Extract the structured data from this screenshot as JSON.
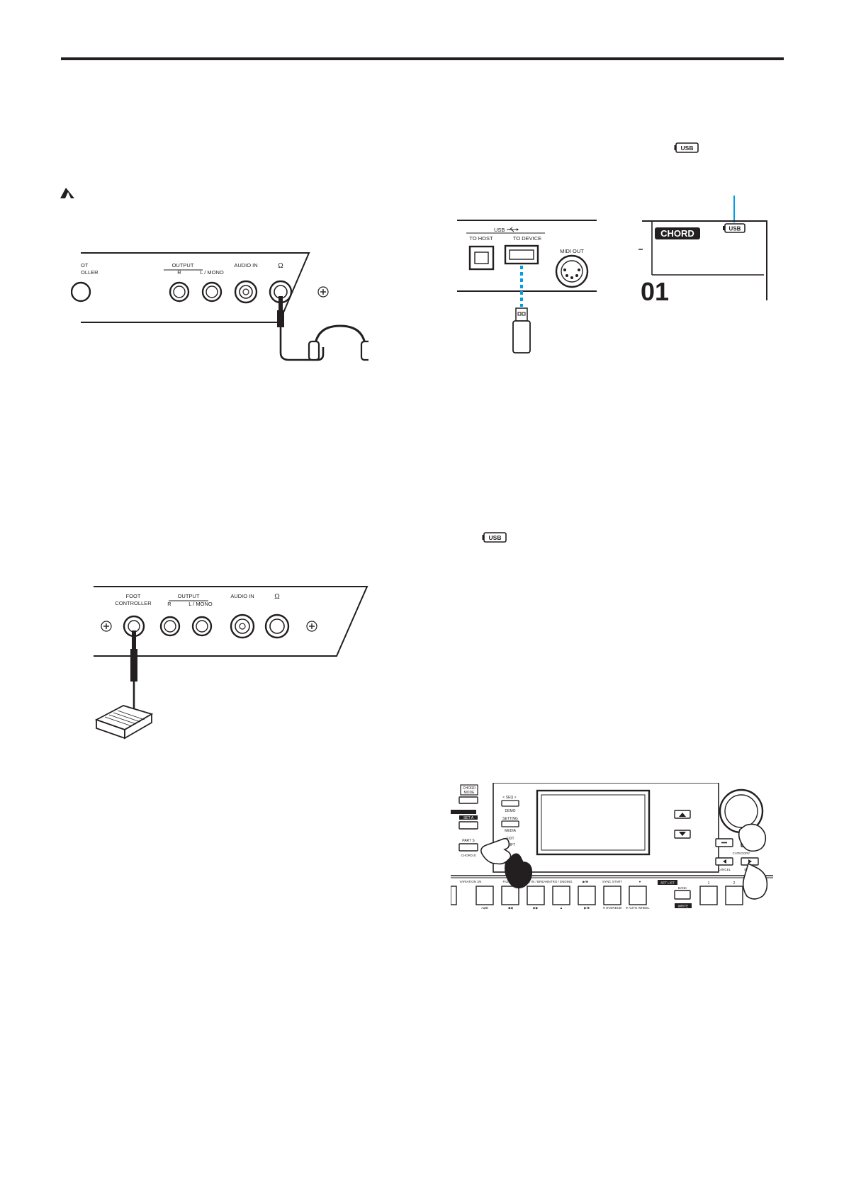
{
  "icons": {
    "caution": "caution-icon",
    "usb_indicator": "usb-indicator-icon",
    "headphones": "headphones-icon",
    "usb_flash_drive": "usb-flash-drive-icon",
    "foot_pedal": "foot-pedal-icon",
    "pointing_hand": "pointing-hand-icon"
  },
  "usb_indicator_label": "USB",
  "colors": {
    "ink": "#231f20",
    "usb_connection": "#009fe3"
  },
  "fig_headphones": {
    "foot_controller_partial": [
      "OT",
      "OLLER"
    ],
    "output": "OUTPUT",
    "r": "R",
    "l_mono": "L / MONO",
    "audio_in": "AUDIO IN",
    "phones_symbol": "Ω"
  },
  "fig_usb": {
    "usb": "USB",
    "to_host": "TO HOST",
    "to_device": "TO DEVICE",
    "midi_out": "MIDI OUT"
  },
  "fig_display": {
    "chord_label": "CHORD",
    "usb_label": "USB",
    "digits": "01"
  },
  "fig_pedal": {
    "foot_controller": [
      "FOOT",
      "CONTROLLER"
    ],
    "output": "OUTPUT",
    "r": "R",
    "l_mono": "L / MONO",
    "audio_in": "AUDIO IN",
    "phones_symbol": "Ω"
  },
  "fig_panel": {
    "chord_mode": [
      "CHORD",
      "MODE"
    ],
    "set_a": "SET A",
    "part_s": "PART S",
    "chord_b": "CHORD B",
    "seq": "< SEQ >",
    "demo": "DEMO",
    "setting": "SETTING",
    "media": "MEDIA",
    "exit": "EXIT",
    "shift": "SHIFT",
    "category": "CATEGORY",
    "cancel": "CANCEL",
    "enter": "ENTER",
    "set_list": "SET LIST",
    "bank": "BANK",
    "write": "WRITE",
    "top_row": [
      "VARIATION 3/4",
      "FILL",
      "COUNT IN / BREAK",
      "INTRO / ENDING",
      "▶/■",
      "SYNC START",
      "●"
    ],
    "bottom_row": [
      "A⇄B",
      "◀◀",
      "▶▶",
      "▲",
      "▶/■",
      "● OVERDUB",
      "● AUTO WHEEL"
    ],
    "pad_numbers": [
      "1",
      "2"
    ]
  }
}
